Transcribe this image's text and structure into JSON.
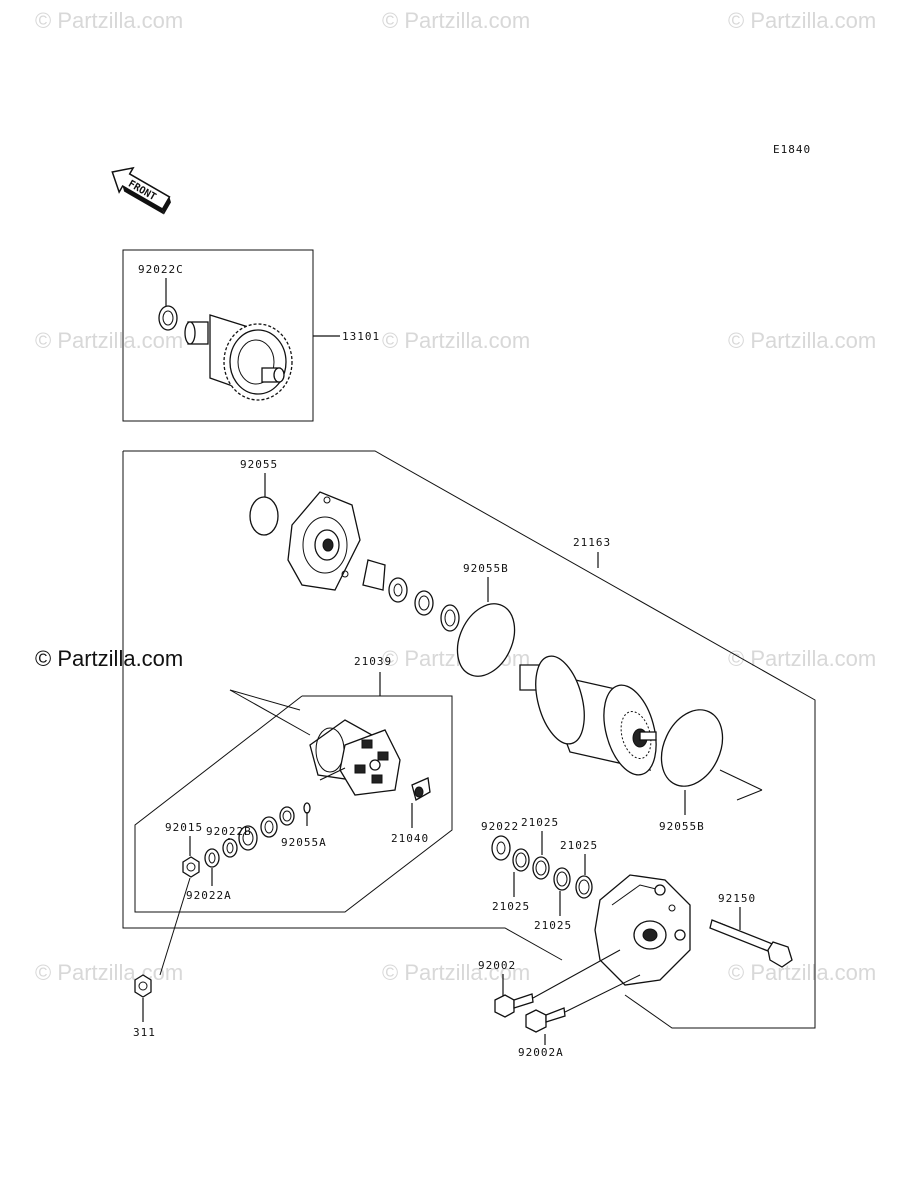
{
  "diagram": {
    "code": "E1840",
    "front_label": "FRONT",
    "watermark_text": "© Partzilla.com",
    "watermark_highlight": "© Partzilla.com",
    "parts": {
      "p92022C": "92022C",
      "p13101": "13101",
      "p92055": "92055",
      "p21163": "21163",
      "p92055B_top": "92055B",
      "p21039": "21039",
      "p92022B": "92022B",
      "p92015": "92015",
      "p92055A": "92055A",
      "p21040": "21040",
      "p92022A": "92022A",
      "p92022": "92022",
      "p21025_a": "21025",
      "p21025_b": "21025",
      "p21025_c": "21025",
      "p21025_d": "21025",
      "p92055B_bot": "92055B",
      "p92150": "92150",
      "p92002": "92002",
      "p92002A": "92002A",
      "p311": "311"
    },
    "colors": {
      "ink": "#111111",
      "watermark": "#d8d8d8",
      "background": "#ffffff"
    }
  }
}
